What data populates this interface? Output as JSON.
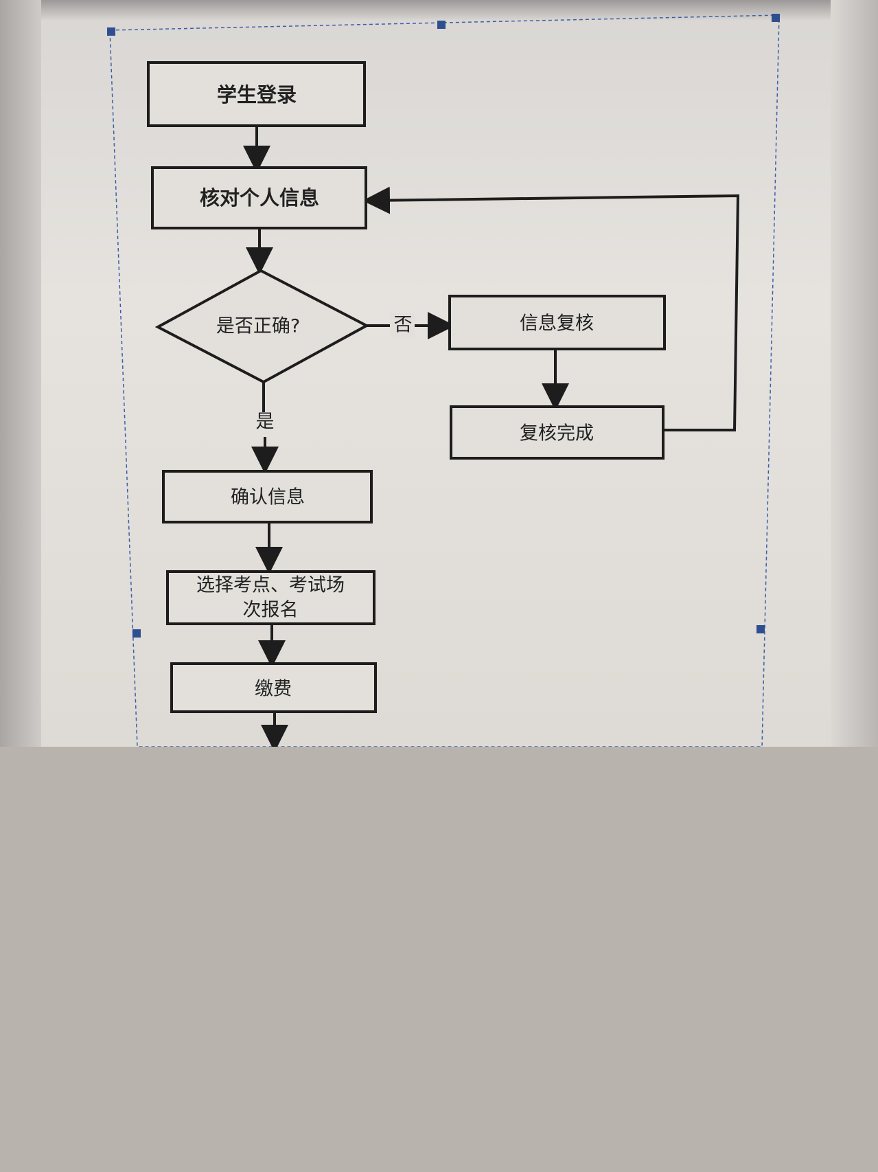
{
  "diagram": {
    "nodes": {
      "login": "学生登录",
      "verify": "核对个人信息",
      "decision": "是否正确?",
      "recheck": "信息复核",
      "recheck_done": "复核完成",
      "confirm": "确认信息",
      "select_line1": "选择考点、考试场",
      "select_line2": "次报名",
      "payment": "缴费"
    },
    "edge_labels": {
      "no": "否",
      "yes": "是"
    }
  }
}
